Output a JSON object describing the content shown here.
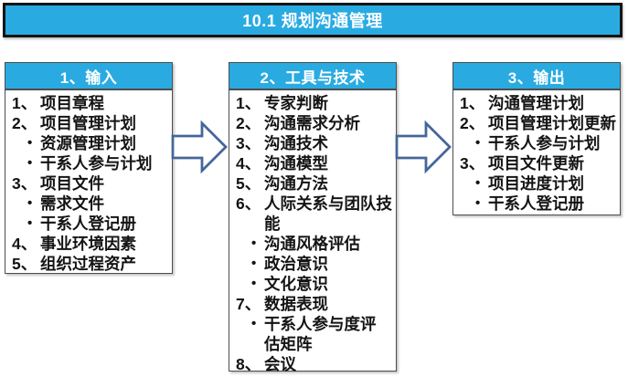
{
  "title": "10.1 规划沟通管理",
  "colors": {
    "accent_blue": "#29ABE2",
    "arrow_outline": "#44679B",
    "box_border": "#4d4d4d",
    "text": "#141414"
  },
  "columns": [
    {
      "header": "1、输入",
      "items": [
        {
          "marker": "1、",
          "text": "项目章程",
          "style": "num"
        },
        {
          "marker": "2、",
          "text": "项目管理计划",
          "style": "num"
        },
        {
          "marker": "•",
          "text": "资源管理计划",
          "style": "bullet"
        },
        {
          "marker": "•",
          "text": "干系人参与计划",
          "style": "bullet"
        },
        {
          "marker": "3、",
          "text": "项目文件",
          "style": "num"
        },
        {
          "marker": "•",
          "text": "需求文件",
          "style": "bullet"
        },
        {
          "marker": "•",
          "text": "干系人登记册",
          "style": "bullet"
        },
        {
          "marker": "4、",
          "text": "事业环境因素",
          "style": "num"
        },
        {
          "marker": "5、",
          "text": "组织过程资产",
          "style": "num"
        }
      ]
    },
    {
      "header": "2、工具与技术",
      "items": [
        {
          "marker": "1、",
          "text": "专家判断",
          "style": "num"
        },
        {
          "marker": "2、",
          "text": "沟通需求分析",
          "style": "num"
        },
        {
          "marker": "3、",
          "text": "沟通技术",
          "style": "num"
        },
        {
          "marker": "4、",
          "text": "沟通模型",
          "style": "num"
        },
        {
          "marker": "5、",
          "text": "沟通方法",
          "style": "num"
        },
        {
          "marker": "6、",
          "text": "人际关系与团队技\n能",
          "style": "num"
        },
        {
          "marker": "•",
          "text": "沟通风格评估",
          "style": "bullet"
        },
        {
          "marker": "•",
          "text": "政治意识",
          "style": "bullet"
        },
        {
          "marker": "•",
          "text": "文化意识",
          "style": "bullet"
        },
        {
          "marker": "7、",
          "text": "数据表现",
          "style": "num"
        },
        {
          "marker": "•",
          "text": "干系人参与度评\n估矩阵",
          "style": "bullet"
        },
        {
          "marker": "8、",
          "text": "会议",
          "style": "num"
        }
      ]
    },
    {
      "header": "3、输出",
      "items": [
        {
          "marker": "1、",
          "text": "沟通管理计划",
          "style": "num"
        },
        {
          "marker": "2、",
          "text": "项目管理计划更新",
          "style": "num"
        },
        {
          "marker": "•",
          "text": "干系人参与计划",
          "style": "bullet"
        },
        {
          "marker": "3、",
          "text": "项目文件更新",
          "style": "num"
        },
        {
          "marker": "•",
          "text": "项目进度计划",
          "style": "bullet"
        },
        {
          "marker": "•",
          "text": "干系人登记册",
          "style": "bullet"
        }
      ]
    }
  ]
}
